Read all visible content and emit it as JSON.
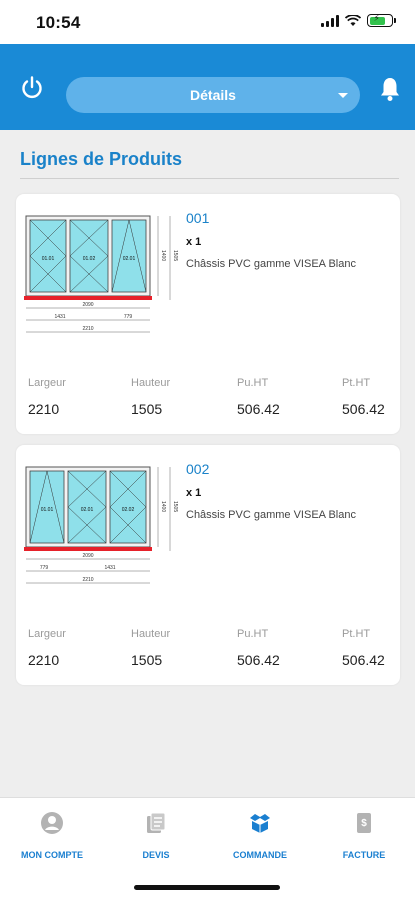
{
  "status_bar": {
    "time": "10:54"
  },
  "header": {
    "dropdown_label": "Détails",
    "icons": [
      "power-icon",
      "chevron-down-icon",
      "bell-icon"
    ],
    "accent": "#1a8ad6"
  },
  "section": {
    "title": "Lignes de Produits"
  },
  "columns": {
    "width": "Largeur",
    "height": "Hauteur",
    "unit_price": "Pu.HT",
    "total_price": "Pt.HT"
  },
  "products": [
    {
      "ref": "001",
      "qty": "x 1",
      "description": "Châssis PVC gamme VISEA Blanc",
      "width": "2210",
      "height": "1505",
      "unit_price": "506.42",
      "total_price": "506.42",
      "drawing": {
        "panes": [
          "01.01",
          "01.02",
          "02.01"
        ],
        "dims_bottom": [
          "1431",
          "779"
        ],
        "dim_inner": "2090",
        "dim_total": "2210",
        "dims_side": [
          "1400",
          "1505"
        ]
      }
    },
    {
      "ref": "002",
      "qty": "x 1",
      "description": "Châssis PVC gamme VISEA Blanc",
      "width": "2210",
      "height": "1505",
      "unit_price": "506.42",
      "total_price": "506.42",
      "drawing": {
        "panes": [
          "01.01",
          "02.01",
          "02.02"
        ],
        "dims_bottom": [
          "779",
          "1431"
        ],
        "dim_inner": "2090",
        "dim_total": "2210",
        "dims_side": [
          "1400",
          "1505"
        ]
      }
    }
  ],
  "tab_bar": {
    "tabs": [
      {
        "label": "MON COMPTE",
        "icon": "user-icon"
      },
      {
        "label": "DEVIS",
        "icon": "document-list-icon"
      },
      {
        "label": "COMMANDE",
        "icon": "box-icon"
      },
      {
        "label": "FACTURE",
        "icon": "invoice-icon"
      }
    ],
    "active_color": "#1a7fd0"
  }
}
